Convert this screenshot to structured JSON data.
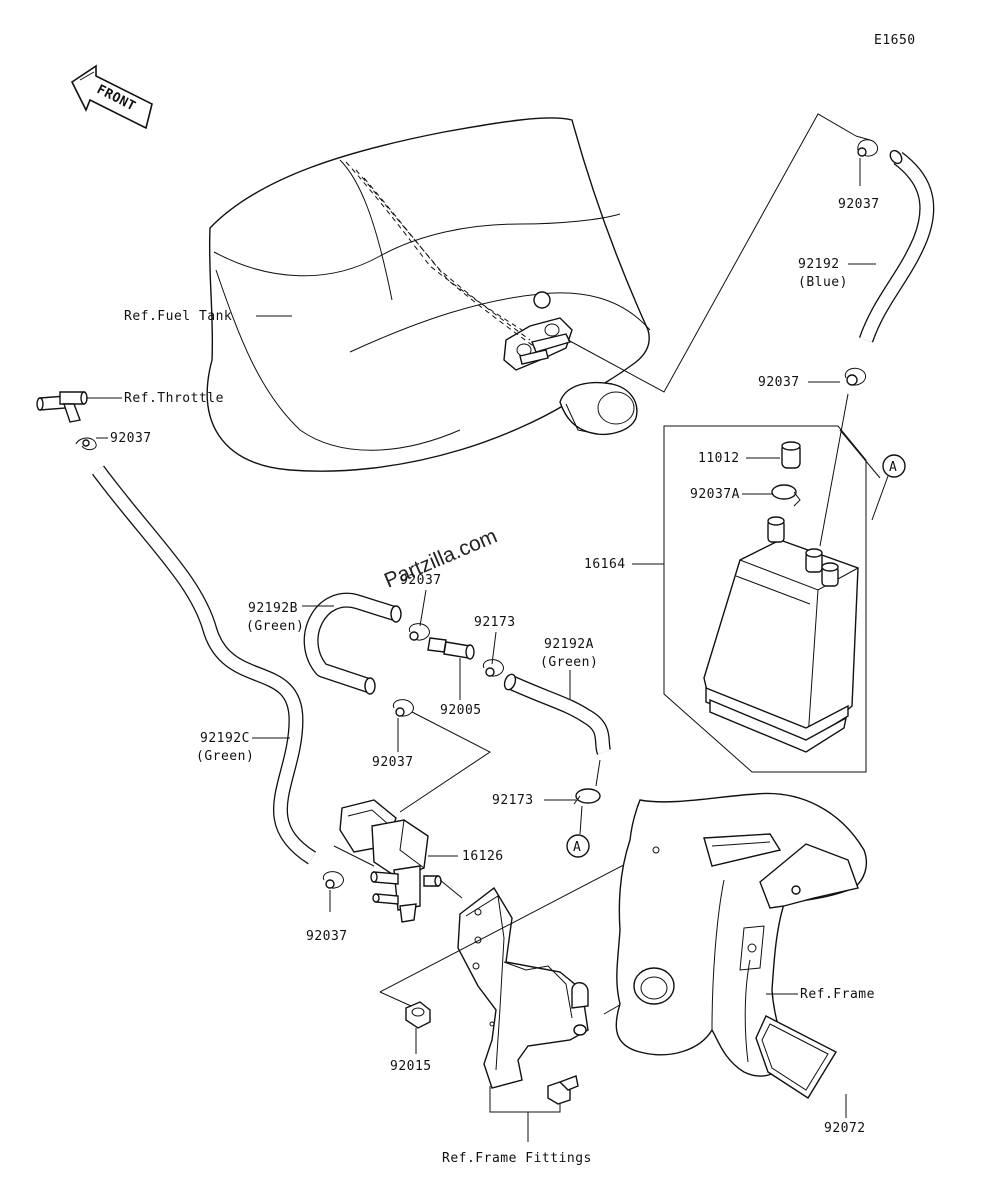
{
  "diagram": {
    "code": "E1650",
    "front_label": "FRONT",
    "watermark": "Partzilla.com",
    "labels": {
      "ref_fuel_tank": "Ref.Fuel Tank",
      "ref_throttle": "Ref.Throttle",
      "clamp_throttle": "92037",
      "hose_blue_part": "92192",
      "hose_blue_color": "(Blue)",
      "clamp_top": "92037",
      "clamp_blue_low": "92037",
      "cap": "11012",
      "clamp_cap": "92037A",
      "canister": "16164",
      "marker_a_top": "A",
      "clamp_b_top": "92037",
      "hose_b_part": "92192B",
      "hose_b_color": "(Green)",
      "clamp_92173_top": "92173",
      "hose_a_part": "92192A",
      "hose_a_color": "(Green)",
      "fitting": "92005",
      "clamp_b_low": "92037",
      "hose_c_part": "92192C",
      "hose_c_color": "(Green)",
      "clamp_92173_low": "92173",
      "marker_a_low": "A",
      "valve": "16126",
      "clamp_c_low": "92037",
      "ref_frame": "Ref.Frame",
      "nut": "92015",
      "seal": "92072",
      "ref_frame_fittings": "Ref.Frame Fittings"
    }
  }
}
